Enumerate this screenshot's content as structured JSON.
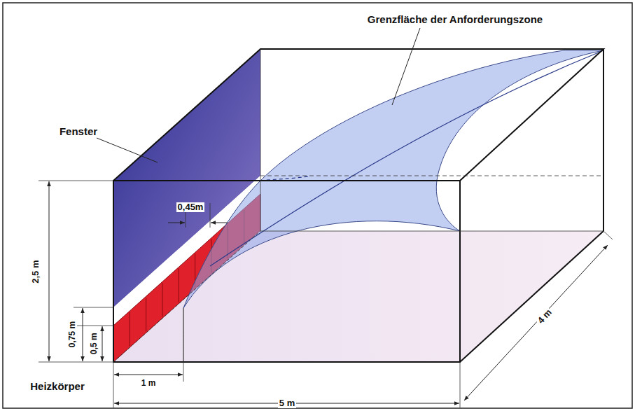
{
  "diagram": {
    "labels": [
      "Grenzfläche der Anforderungszone",
      "Fenster",
      "0,45m",
      "2,5 m",
      "0,75 m",
      "0,5 m",
      "Heizkörper",
      "1 m",
      "5 m",
      "4 m"
    ]
  }
}
